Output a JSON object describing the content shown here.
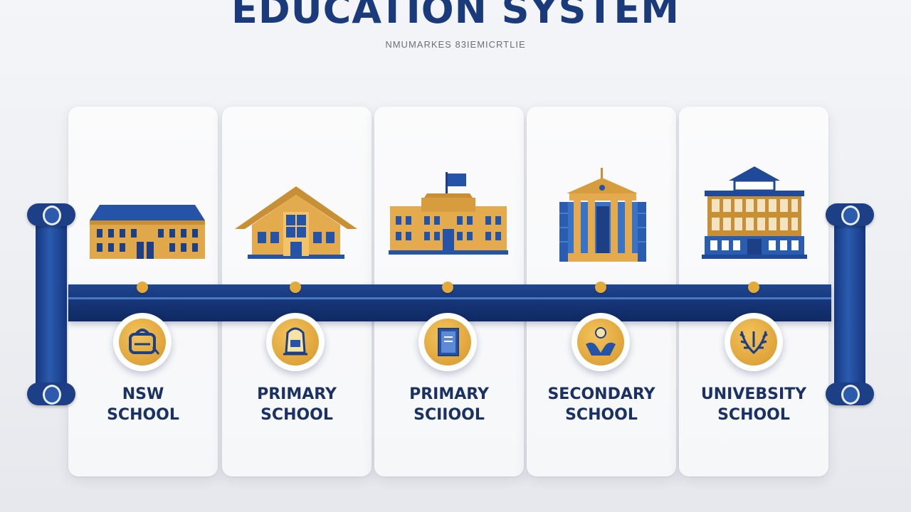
{
  "header": {
    "title": "EDUCATION SYSTEM",
    "subtitle": "NMUMARKES 83IEMICRTLIE"
  },
  "stages": [
    {
      "line1": "NSW",
      "line2": "SCHOOL",
      "building_icon": "school-building-icon",
      "badge_icon": "backpack-icon"
    },
    {
      "line1": "PRIMARY",
      "line2": "SCHOOL",
      "building_icon": "house-school-icon",
      "badge_icon": "school-bag-icon"
    },
    {
      "line1": "PRIMARY",
      "line2": "SCIIOOL",
      "building_icon": "flag-school-icon",
      "badge_icon": "book-icon"
    },
    {
      "line1": "SECONDARY",
      "line2": "SCHOOL",
      "building_icon": "columned-hall-icon",
      "badge_icon": "trophy-icon"
    },
    {
      "line1": "UNIVEBSITY",
      "line2": "SCHOOL",
      "building_icon": "university-building-icon",
      "badge_icon": "laurel-icon"
    }
  ],
  "colors": {
    "navy": "#1a3a7c",
    "gold": "#e2a93b",
    "blue": "#2c5aad",
    "panel": "#f8f9fb"
  }
}
